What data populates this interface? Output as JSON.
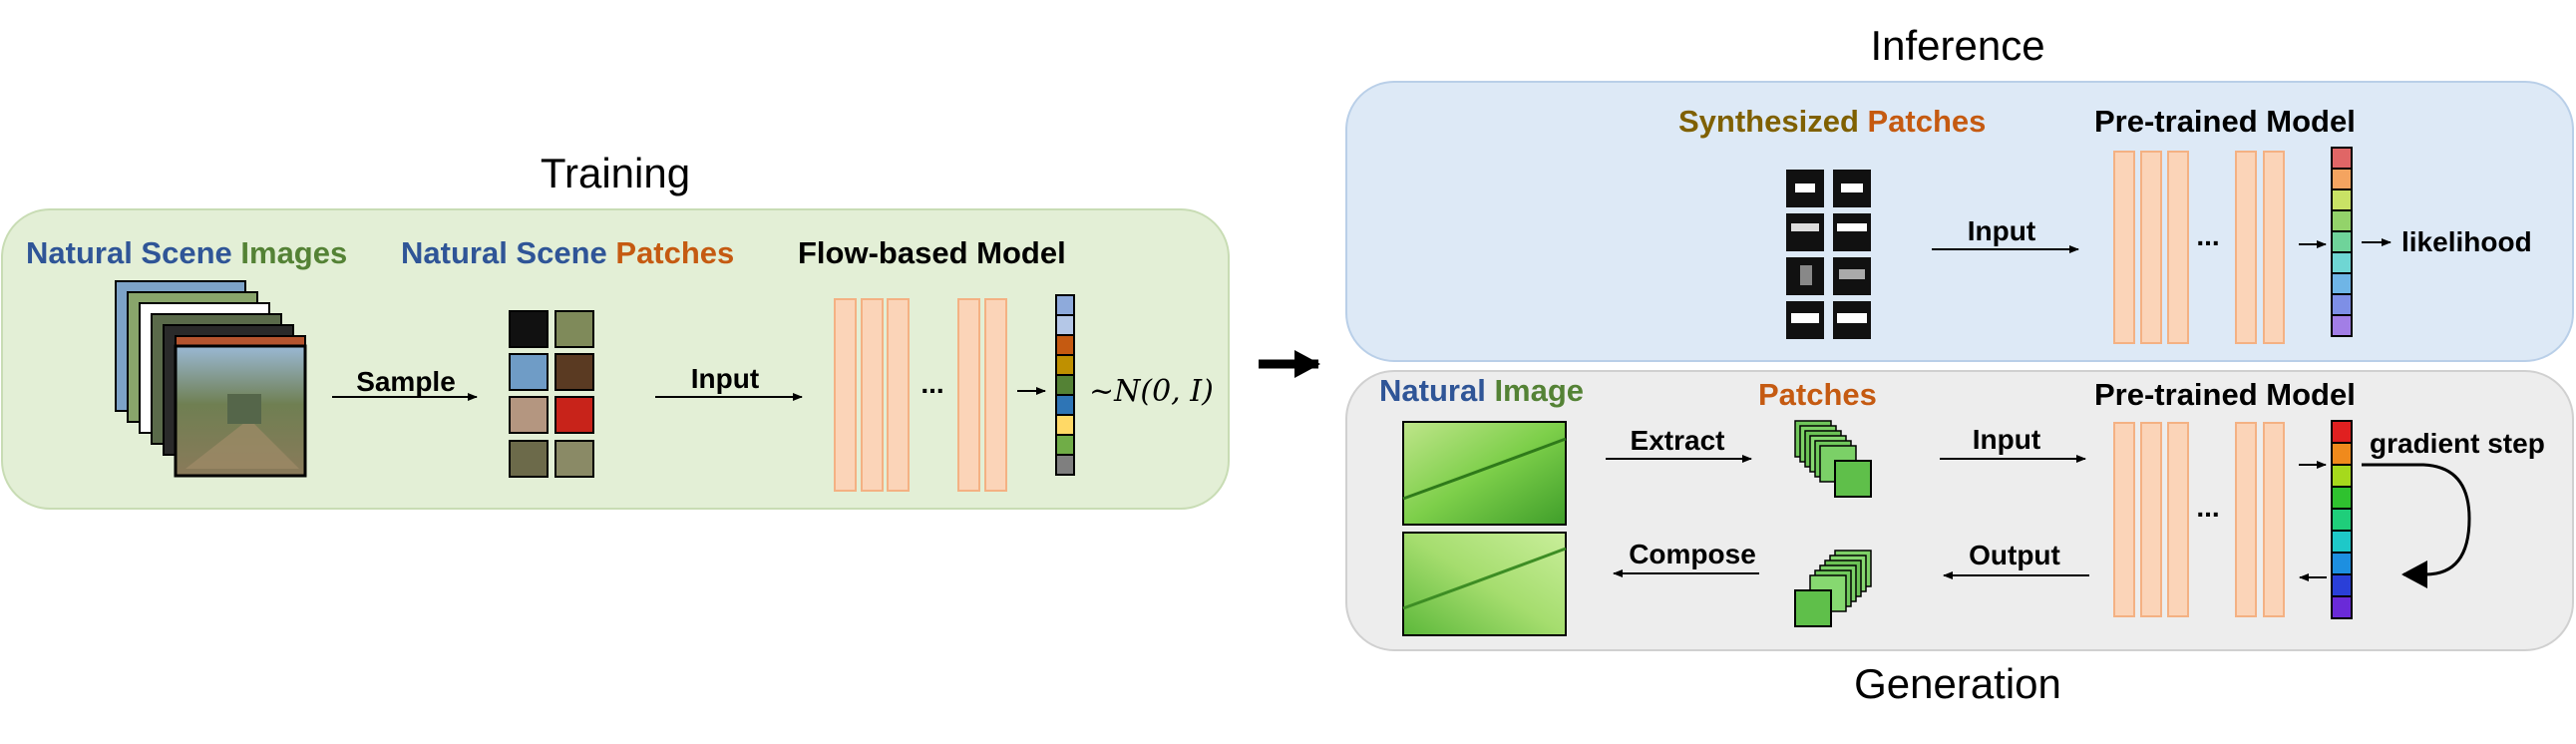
{
  "colors": {
    "training_panel": "#e3efd6",
    "inference_panel": "#dde9f6",
    "generation_panel": "#ededed",
    "layer": "#fbd4b8",
    "blue_word": "#2f5597",
    "green_word": "#548235",
    "orange_word": "#c55a11",
    "olive_word": "#7f6000"
  },
  "training": {
    "title": "Training",
    "images_heading": {
      "part1": "Natural Scene",
      "part2": "Images"
    },
    "patches_heading": {
      "part1": "Natural Scene",
      "part2": "Patches"
    },
    "model_heading": "Flow-based Model",
    "sample_label": "Sample",
    "input_label": "Input",
    "ellipsis": "...",
    "output_math": "~N(0, I)"
  },
  "inference": {
    "title": "Inference",
    "patches_heading": {
      "part1": "Synthesized",
      "part2": "Patches"
    },
    "model_heading": "Pre-trained Model",
    "input_label": "Input",
    "ellipsis": "...",
    "output_label": "likelihood"
  },
  "generation": {
    "title": "Generation",
    "image_heading": {
      "part1": "Natural",
      "part2": "Image"
    },
    "patches_heading": "Patches",
    "model_heading": "Pre-trained Model",
    "extract_label": "Extract",
    "input_label": "Input",
    "output_label": "Output",
    "compose_label": "Compose",
    "gradient_label": "gradient step",
    "ellipsis": "..."
  }
}
